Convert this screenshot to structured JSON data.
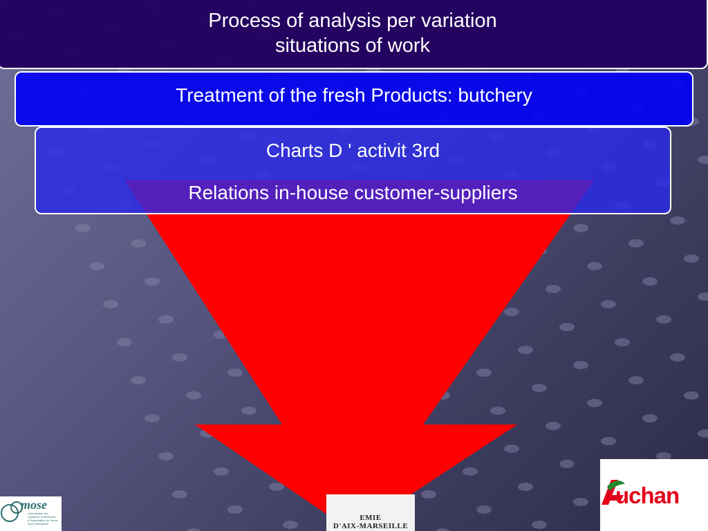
{
  "slide": {
    "title_lines": [
      "Process of analysis per variation",
      "situations of work"
    ],
    "subtitle": "Treatment of the fresh Products: butchery",
    "content_lines": [
      "Charts D ' activit 3rd",
      "Relations in-house customer-suppliers"
    ]
  },
  "logos": {
    "left": {
      "brand": "mose",
      "tagline": "Optimisation des Systèmes et Méthodes d'Organisation du Savoir dans l'Entreprise"
    },
    "center": {
      "line1": "EMIE",
      "line2": "D'AIX-MARSEILLE"
    },
    "right": {
      "word": "uchan"
    }
  },
  "colors": {
    "arrow": "#ff0000",
    "title_bg": "#23005f",
    "subtitle_bg": "#0000f5",
    "content_bg": "#2828eb",
    "auchan_red": "#e3001b",
    "auchan_green": "#1f8a2e"
  }
}
